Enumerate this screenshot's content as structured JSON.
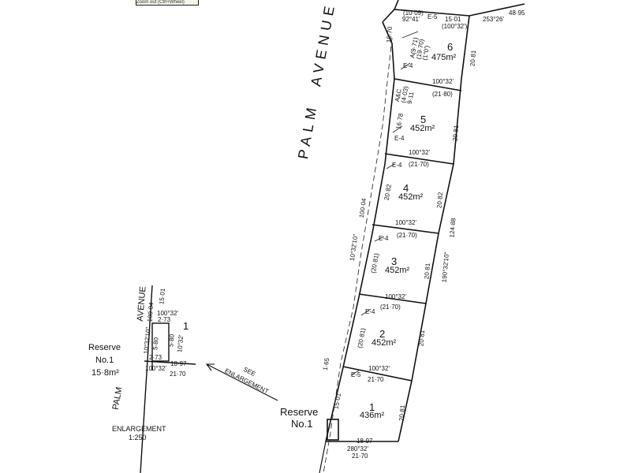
{
  "header_note": "Zoom out (Ctrl+Wheel)",
  "street": {
    "word1": "PALM",
    "word2": "AVENUE"
  },
  "lots": [
    {
      "number": "6",
      "area": "475m²"
    },
    {
      "number": "5",
      "area": "452m²"
    },
    {
      "number": "4",
      "area": "452m²"
    },
    {
      "number": "3",
      "area": "452m²"
    },
    {
      "number": "2",
      "area": "452m²"
    },
    {
      "number": "1",
      "area": "436m²"
    }
  ],
  "dimensions": {
    "b6_top": "100°32'",
    "b6_bottom": "(21·80)",
    "b5_bottom": "100°32'",
    "b5_b": "(21·70)",
    "b4_bottom": "100°32'",
    "b4_b": "(21·70)",
    "b3_bottom": "100°32'",
    "b3_b": "(21·70)",
    "b2_bottom": "100°32'",
    "b2_b": "21·70",
    "r6": "20·81",
    "r5": "20·81",
    "r4": "20·82",
    "r3": "20·81",
    "r2": "20·81",
    "r1": "20·81",
    "r_total": "124·88",
    "r_bearing": "190°32'10\"",
    "l5": "16·78",
    "l4": "20·82",
    "l3": "(20·81)",
    "l2": "(20·81)",
    "l1": "15·01",
    "road_bearing": "10°32'10\"",
    "road_dist": "100·04",
    "bottom1": "18·97",
    "bottom2": "280°32'",
    "bottom3": "21·70",
    "top_a": "(10·09)",
    "top_b": "92°41'",
    "top_c": "15·01",
    "top_d": "(100°32')",
    "top_e": "253°26'",
    "top_f": "48·95",
    "splay": "19·70",
    "easement_lbl": "A(9·71)\n(19·70)\n(1°0')",
    "easement2": "A&C\n(4·03)\n9·11",
    "e_left": "1·65"
  },
  "easements": [
    "E-5",
    "E-4",
    "E-4",
    "E-4",
    "E-4",
    "E-4",
    "E-5"
  ],
  "reserve_main": {
    "line1": "Reserve",
    "line2": "No.1"
  },
  "enlargement": {
    "street1": "AVENUE",
    "street2": "PALM",
    "reserve1": "Reserve",
    "reserve2": "No.1",
    "reserve_area": "15·8m²",
    "lot": "1",
    "d1": "15·01",
    "d2": "100·04",
    "d3": "100°32'",
    "d4": "2·73",
    "d5": "5·80",
    "d6": "5·80",
    "d7": "10°32'",
    "d8": "2·73",
    "d9": "18·97",
    "d10": "100°32'",
    "d11": "21·70",
    "d12": "10°32'10\"",
    "title": "ENLARGEMENT",
    "scale": "1:250"
  },
  "see_enlargement": {
    "line1": "SEE",
    "line2": "ENLARGEMENT"
  }
}
